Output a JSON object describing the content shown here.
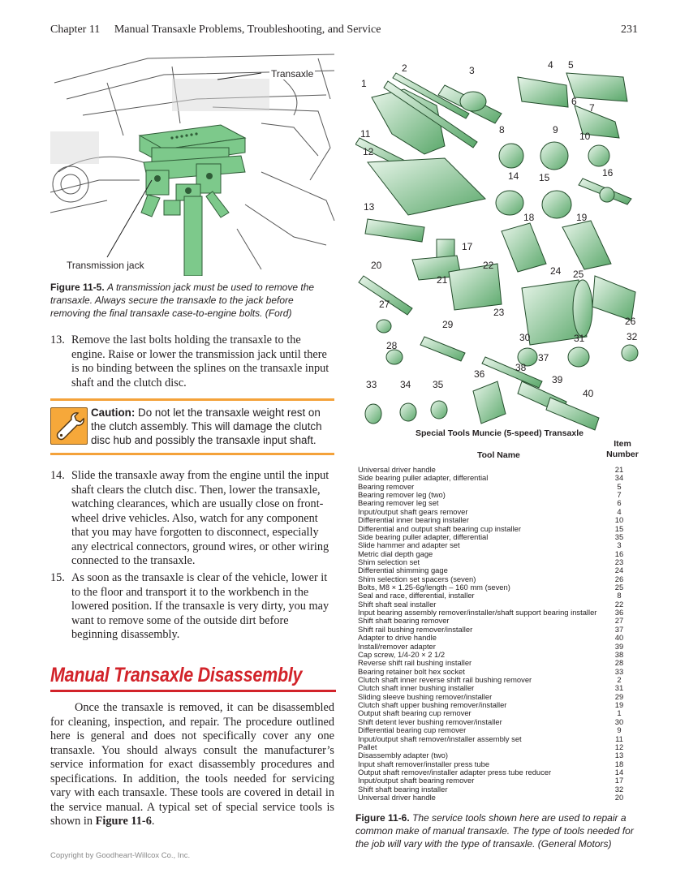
{
  "header": {
    "chapter": "Chapter 11",
    "title": "Manual Transaxle Problems, Troubleshooting, and Service",
    "page_number": "231"
  },
  "figure_5": {
    "label_transaxle": "Transaxle",
    "label_jack": "Transmission jack",
    "caption_num": "Figure 11-5.",
    "caption_text": "A transmission jack must be used to remove the transaxle. Always secure the transaxle to the jack before removing the final transaxle case-to-engine bolts. (Ford)"
  },
  "step_13": {
    "num": "13.",
    "text": "Remove the last bolts holding the transaxle to the engine. Raise or lower the transmission jack until there is no binding between the splines on the transaxle input shaft and the clutch disc."
  },
  "caution": {
    "label": "Caution:",
    "text": "Do not let the transaxle weight rest on the clutch assembly. This will damage the clutch disc hub and possibly the transaxle input shaft."
  },
  "step_14": {
    "num": "14.",
    "text": "Slide the transaxle away from the engine until the input shaft clears the clutch disc. Then, lower the transaxle, watching clearances, which are usually close on front-wheel drive vehicles. Also, watch for any component that you may have forgotten to disconnect, especially any electrical connectors, ground wires, or other wiring connected to the transaxle."
  },
  "step_15": {
    "num": "15.",
    "text": "As soon as the transaxle is clear of the vehicle, lower it to the floor and transport it to the workbench in the lowered position. If the transaxle is very dirty, you may want to remove some of the outside dirt before beginning disassembly."
  },
  "section": {
    "heading": "Manual Transaxle Disassembly",
    "para_text": "Once the transaxle is removed, it can be disassembled for cleaning, inspection, and repair. The procedure outlined here is general and does not specifically cover any one transaxle. You should always consult the manufacturer’s service information for exact disassembly procedures and specifications. In addition, the tools needed for servicing vary with each transaxle. These tools are covered in detail in the service manual. A typical set of special service tools is shown in ",
    "para_ref": "Figure 11-6",
    "para_end": "."
  },
  "figure_6": {
    "tools_title": "Special Tools Muncie (5-speed) Transaxle",
    "col_tool_name": "Tool Name",
    "col_item_number": "Item Number",
    "numbers": [
      "1",
      "2",
      "3",
      "4",
      "5",
      "6",
      "7",
      "8",
      "9",
      "10",
      "11",
      "12",
      "13",
      "14",
      "15",
      "16",
      "17",
      "18",
      "19",
      "20",
      "21",
      "22",
      "23",
      "24",
      "25",
      "26",
      "27",
      "28",
      "29",
      "30",
      "31",
      "32",
      "33",
      "34",
      "35",
      "36",
      "37",
      "38",
      "39",
      "40"
    ],
    "rows": [
      {
        "name": "Universal driver handle",
        "item": "21"
      },
      {
        "name": "Side bearing puller adapter, differential",
        "item": "34"
      },
      {
        "name": "Bearing remover",
        "item": "5"
      },
      {
        "name": "Bearing remover leg (two)",
        "item": "7"
      },
      {
        "name": "Bearing remover leg set",
        "item": "6"
      },
      {
        "name": "Input/output shaft gears remover",
        "item": "4"
      },
      {
        "name": "Differential inner bearing installer",
        "item": "10"
      },
      {
        "name": "Differential and output shaft bearing cup installer",
        "item": "15"
      },
      {
        "name": "Side bearing puller adapter, differential",
        "item": "35"
      },
      {
        "name": "Slide hammer and adapter set",
        "item": "3"
      },
      {
        "name": "Metric dial depth gage",
        "item": "16"
      },
      {
        "name": "Shim selection set",
        "item": "23"
      },
      {
        "name": "Differential shimming gage",
        "item": "24"
      },
      {
        "name": "Shim selection set spacers (seven)",
        "item": "26"
      },
      {
        "name": "Bolts, M8 × 1.25-6g/length – 160 mm (seven)",
        "item": "25"
      },
      {
        "name": "Seal and race, differential, installer",
        "item": "8"
      },
      {
        "name": "Shift shaft seal installer",
        "item": "22"
      },
      {
        "name": "Input bearing assembly remover/installer/shaft support bearing installer",
        "item": "36"
      },
      {
        "name": "Shift shaft bearing remover",
        "item": "27"
      },
      {
        "name": "Shift rail bushing remover/installer",
        "item": "37"
      },
      {
        "name": "Adapter to drive handle",
        "item": "40"
      },
      {
        "name": "Install/remover adapter",
        "item": "39"
      },
      {
        "name": "Cap screw, 1/4-20 × 2 1/2",
        "item": "38"
      },
      {
        "name": "Reverse shift rail bushing installer",
        "item": "28"
      },
      {
        "name": "Bearing retainer bolt hex socket",
        "item": "33"
      },
      {
        "name": "Clutch shaft inner reverse shift rail bushing remover",
        "item": "2"
      },
      {
        "name": "Clutch shaft inner bushing installer",
        "item": "31"
      },
      {
        "name": "Sliding sleeve bushing remover/installer",
        "item": "29"
      },
      {
        "name": "Clutch shaft upper bushing remover/installer",
        "item": "19"
      },
      {
        "name": "Output shaft bearing cup remover",
        "item": "1"
      },
      {
        "name": "Shift detent lever bushing remover/installer",
        "item": "30"
      },
      {
        "name": "Differential bearing cup remover",
        "item": "9"
      },
      {
        "name": "Input/output shaft remover/installer assembly set",
        "item": "11"
      },
      {
        "name": "Pallet",
        "item": "12"
      },
      {
        "name": "Disassembly adapter (two)",
        "item": "13"
      },
      {
        "name": "Input shaft remover/installer press tube",
        "item": "18"
      },
      {
        "name": "Output shaft remover/installer adapter press tube reducer",
        "item": "14"
      },
      {
        "name": "Input/output shaft bearing remover",
        "item": "17"
      },
      {
        "name": "Shift shaft bearing installer",
        "item": "32"
      },
      {
        "name": "Universal driver handle",
        "item": "20"
      }
    ],
    "caption_num": "Figure 11-6.",
    "caption_text": "The service tools shown here are used to repair a common make of manual transaxle. The type of tools needed for the job will vary with the type of transaxle. (General Motors)"
  },
  "footer": {
    "copyright": "Copyright by Goodheart-Willcox Co., Inc."
  },
  "colors": {
    "accent_red": "#d2232a",
    "caution_orange": "#f4a23a",
    "highlight_green": "#7dc98b"
  }
}
